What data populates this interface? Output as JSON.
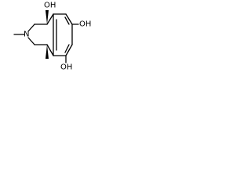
{
  "molecule": {
    "labels": {
      "oh_top": "OH",
      "oh_right": "OH",
      "oh_bottom": "OH",
      "n": "N"
    }
  },
  "colors": {
    "stroke": "#000000",
    "background": "#ffffff"
  }
}
